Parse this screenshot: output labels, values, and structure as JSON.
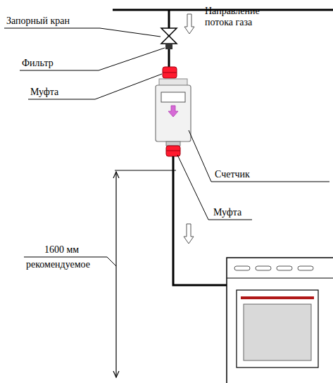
{
  "diagram": {
    "labels": [
      "Запорный кран",
      "Направление потока газа",
      "Фильтр",
      "Муфта",
      "Счетчик",
      "Муфта",
      "1600 мм",
      "рекомендуемое"
    ]
  }
}
